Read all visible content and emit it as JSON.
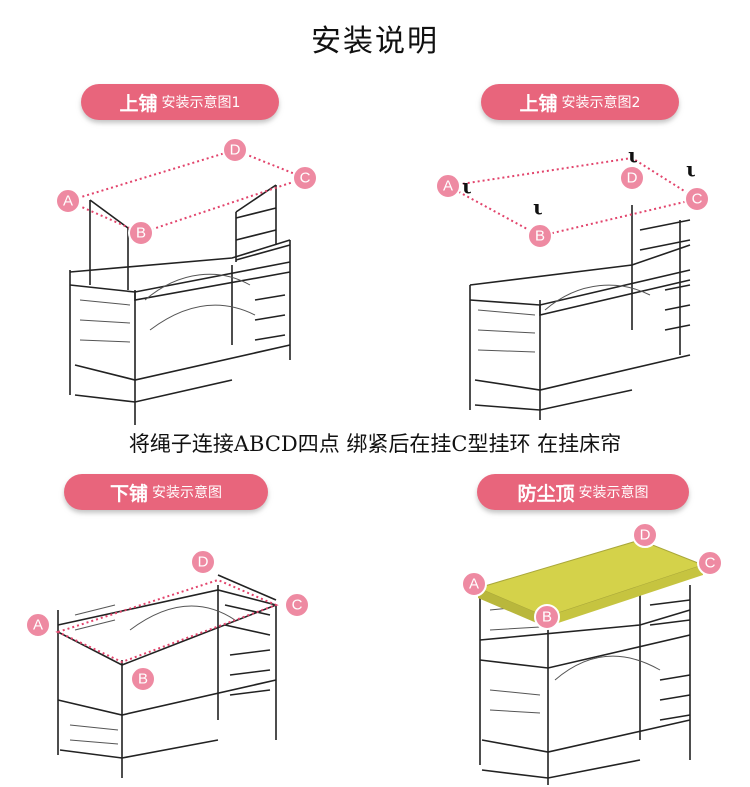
{
  "page_title": "安装说明",
  "badges": [
    {
      "main": "上铺",
      "sub": "安装示意图1"
    },
    {
      "main": "上铺",
      "sub": "安装示意图2"
    },
    {
      "main": "下铺",
      "sub": "安装示意图"
    },
    {
      "main": "防尘顶",
      "sub": "安装示意图"
    }
  ],
  "instruction": "将绳子连接ABCD四点 绑紧后在挂C型挂环 在挂床帘",
  "point_labels": {
    "a": "A",
    "b": "B",
    "c": "C",
    "d": "D"
  },
  "hook_glyph": "ι",
  "colors": {
    "badge": "#e8657c",
    "point": "#ee8aa2",
    "rope": "#e2446c",
    "canopy": "#d4d24a"
  }
}
